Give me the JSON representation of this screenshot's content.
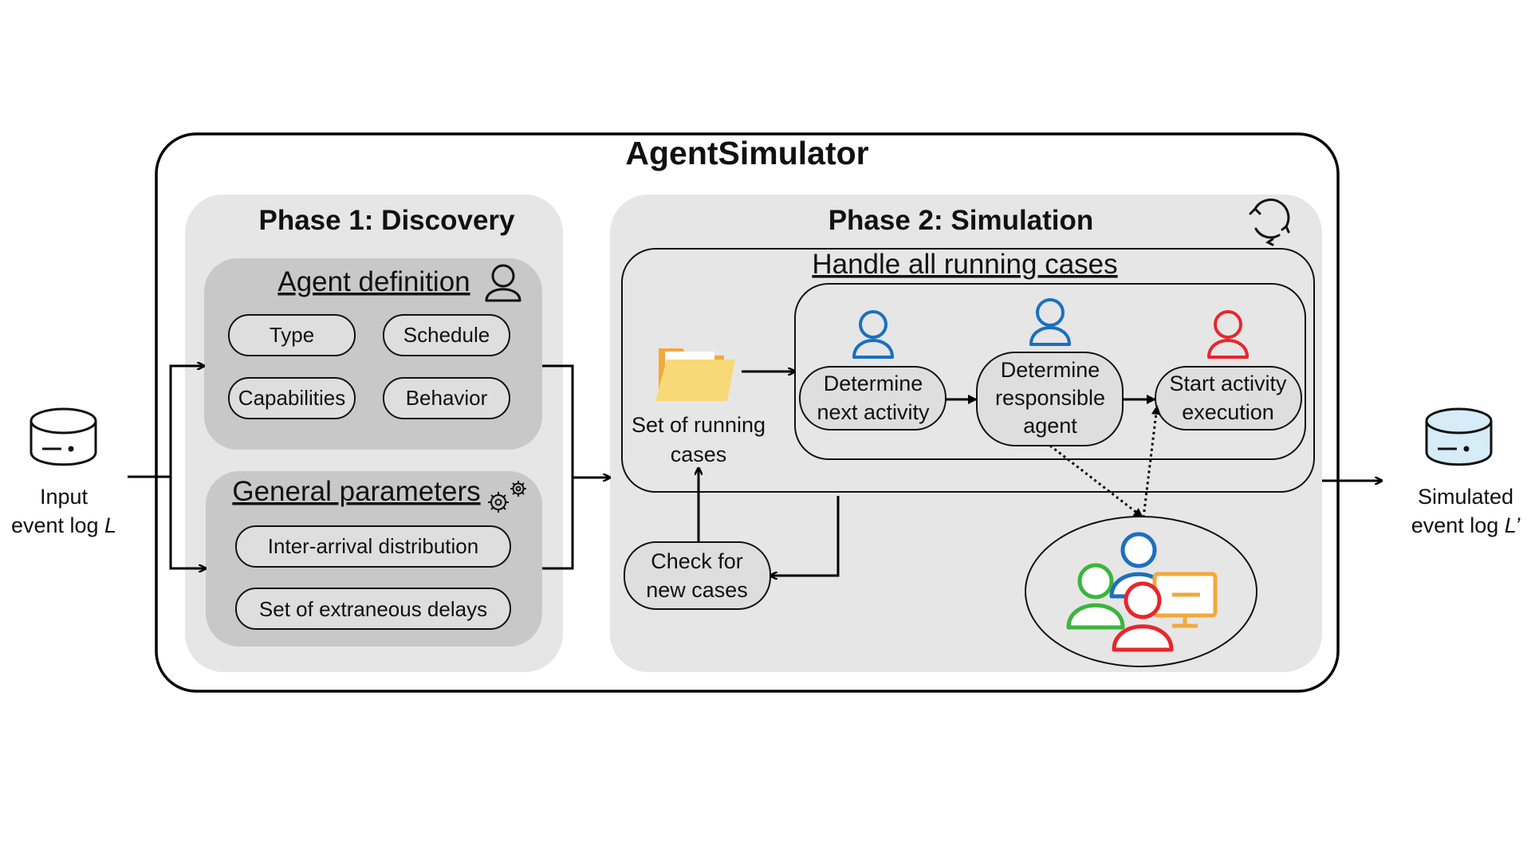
{
  "title": "AgentSimulator",
  "input": {
    "line1": "Input",
    "line2_prefix": "event log ",
    "line2_var": "L"
  },
  "output": {
    "line1": "Simulated",
    "line2_prefix": "event log ",
    "line2_var": "L’"
  },
  "phase1": {
    "title": "Phase 1: Discovery",
    "agent_definition": {
      "heading": "Agent definition",
      "items": [
        "Type",
        "Schedule",
        "Capabilities",
        "Behavior"
      ]
    },
    "general_parameters": {
      "heading": "General parameters",
      "items": [
        "Inter-arrival distribution",
        "Set of extraneous delays"
      ]
    }
  },
  "phase2": {
    "title": "Phase 2: Simulation",
    "handle_heading": "Handle all running cases",
    "running_cases": {
      "line1": "Set of running",
      "line2": "cases"
    },
    "steps": [
      {
        "line1": "Determine",
        "line2": "next activity"
      },
      {
        "line1": "Determine",
        "line2": "responsible",
        "line3": "agent"
      },
      {
        "line1": "Start activity",
        "line2": "execution"
      }
    ],
    "check": {
      "line1": "Check for",
      "line2": "new cases"
    }
  },
  "colors": {
    "blue": "#1b6fc0",
    "red": "#e8262c",
    "green": "#3bb53c",
    "orange": "#f2a93b",
    "phase_bg": "#e6e6e6",
    "inner_bg": "#c8c8c8",
    "pill_bg": "#dedede",
    "db_output_fill": "#d6ecf7",
    "folder": "#f7d978"
  },
  "icons": [
    "database-icon",
    "user-icon",
    "gears-icon",
    "refresh-icon",
    "folder-icon",
    "agents-group-icon"
  ]
}
